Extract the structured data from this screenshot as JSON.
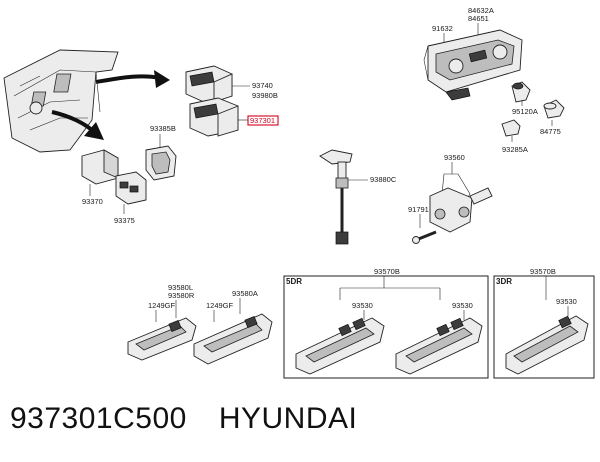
{
  "labels": {
    "l93740": "93740",
    "l93980B": "93980B",
    "l93730": "937301",
    "l93385B": "93385B",
    "l93370": "93370",
    "l93375": "93375",
    "l91632": "91632",
    "l84632A": "84632A",
    "l84651": "84651",
    "l95120A": "95120A",
    "l84775": "84775",
    "l93285A": "93285A",
    "l93880C": "93880C",
    "l93560": "93560",
    "l91791": "91791",
    "l93580L": "93580L",
    "l93580R": "93580R",
    "l1249GF_a": "1249GF",
    "l1249GF_b": "1249GF",
    "l93580A": "93580A",
    "l93570B_5": "93570B",
    "l93570B_3": "93570B",
    "l93530_a": "93530",
    "l93530_b": "93530",
    "l93530_c": "93530"
  },
  "sections": {
    "five_door": "5DR",
    "three_door": "3DR"
  },
  "footer": {
    "part_number": "937301C500",
    "brand": "HYUNDAI"
  }
}
